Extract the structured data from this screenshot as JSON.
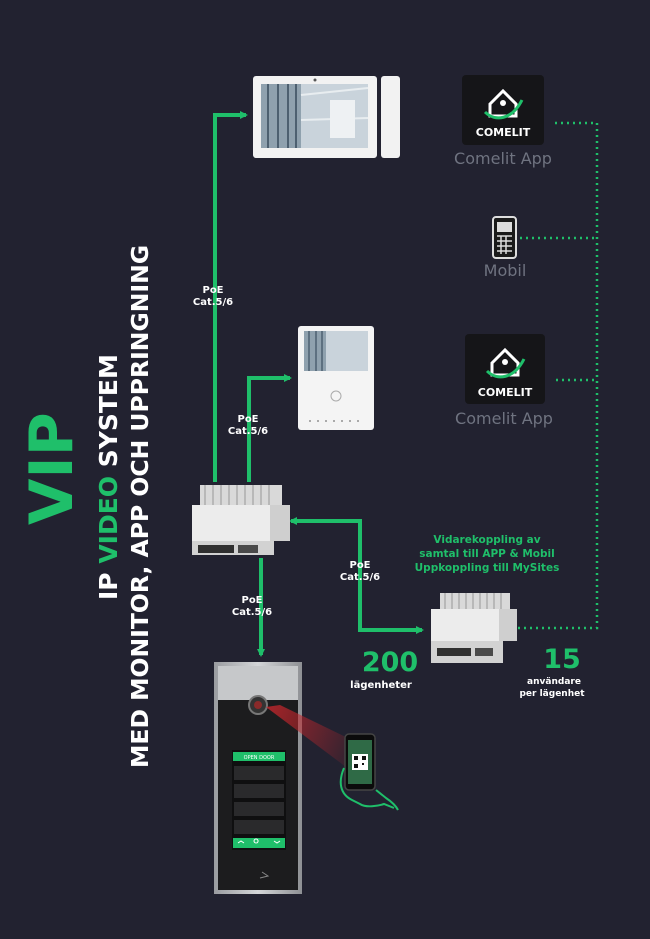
{
  "colors": {
    "background": "#222230",
    "accent": "#1fbf6a",
    "white": "#ffffff",
    "muted": "#6f7380"
  },
  "title": {
    "vip": "VIP",
    "line1_prefix": "IP ",
    "line1_highlight": "VIDEO",
    "line1_suffix": " SYSTEM",
    "line2": "MED MONITOR, APP OCH UPPRINGNING"
  },
  "cable_labels": {
    "monitor_large": [
      "PoE",
      "Cat.5/6"
    ],
    "monitor_small": [
      "PoE",
      "Cat.5/6"
    ],
    "door_panel": [
      "PoE",
      "Cat.5/6"
    ],
    "forwarding_unit": [
      "PoE",
      "Cat.5/6"
    ]
  },
  "apps": {
    "brand": "COMELIT",
    "app_label_1": "Comelit App",
    "mobile_label": "Mobil",
    "app_label_2": "Comelit App"
  },
  "forwarding": {
    "line1": "Vidarekoppling av",
    "line2": "samtal till APP & Mobil",
    "line3": "Uppkoppling till MySites"
  },
  "stats": {
    "apartments_value": "200",
    "apartments_label": "lägenheter",
    "users_value": "15",
    "users_label_1": "användare",
    "users_label_2": "per lägenhet"
  },
  "door_panel_screen": {
    "header": "OPEN DOOR"
  },
  "icons": [
    "house-app-icon",
    "mobile-phone-icon",
    "smartphone-qr-icon",
    "hand-icon"
  ]
}
